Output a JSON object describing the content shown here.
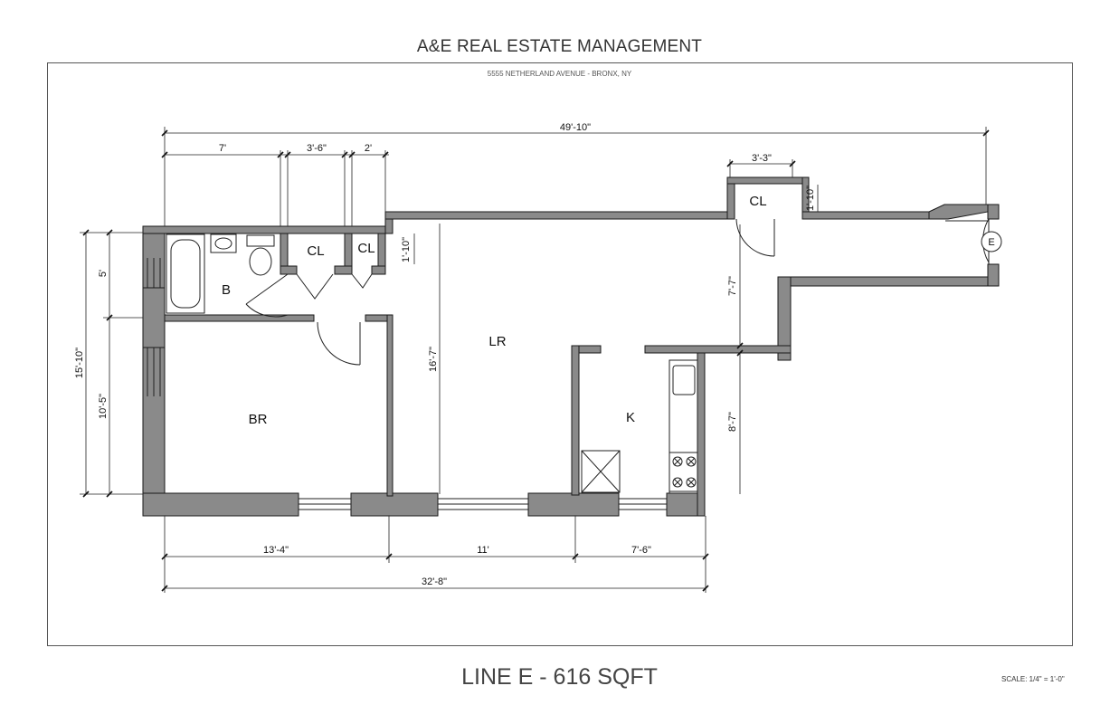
{
  "header": {
    "company": "A&E REAL ESTATE MANAGEMENT",
    "address": "5555 NETHERLAND AVENUE - BRONX, NY"
  },
  "footer": {
    "title": "LINE E - 616 SQFT",
    "scale": "SCALE: 1/4\" = 1'-0\""
  },
  "rooms": {
    "bath": "B",
    "closet_bath": "CL",
    "closet_mid": "CL",
    "closet_entry": "CL",
    "bedroom": "BR",
    "living": "LR",
    "kitchen": "K",
    "entry": "E"
  },
  "dimensions": {
    "overall_width": "49'-10\"",
    "top_bath": "7'",
    "top_closet1": "3'-6\"",
    "top_closet2": "2'",
    "entry_closet_width": "3'-3\"",
    "entry_closet_depth": "1'-10\"",
    "closet_depth": "1'-10\"",
    "left_overall": "15'-10\"",
    "left_bath": "5'",
    "left_bedroom": "10'-5\"",
    "living_depth": "16'-7\"",
    "hall_depth": "7'-7\"",
    "kitchen_depth": "8'-7\"",
    "bottom_bedroom": "13'-4\"",
    "bottom_living": "11'",
    "bottom_kitchen": "7'-6\"",
    "bottom_overall": "32'-8\""
  },
  "colors": {
    "wall_fill": "#8a8a8a",
    "wall_stroke": "#1a1a1a",
    "line": "#222222"
  }
}
